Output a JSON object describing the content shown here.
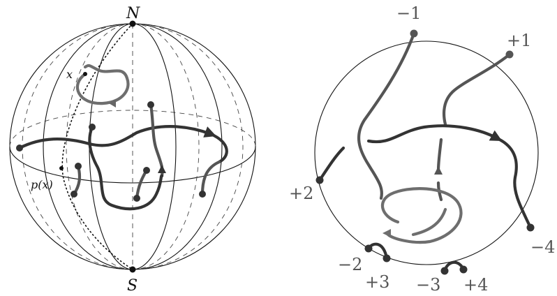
{
  "sphere": {
    "north_label": "N",
    "south_label": "S",
    "x_label": "x",
    "px_label": "p(x)"
  },
  "disk": {
    "labels": {
      "m1": "−1",
      "p1": "+1",
      "p2": "+2",
      "m4": "−4",
      "m2": "−2",
      "p3": "+3",
      "m3": "−3",
      "p4": "+4"
    }
  }
}
